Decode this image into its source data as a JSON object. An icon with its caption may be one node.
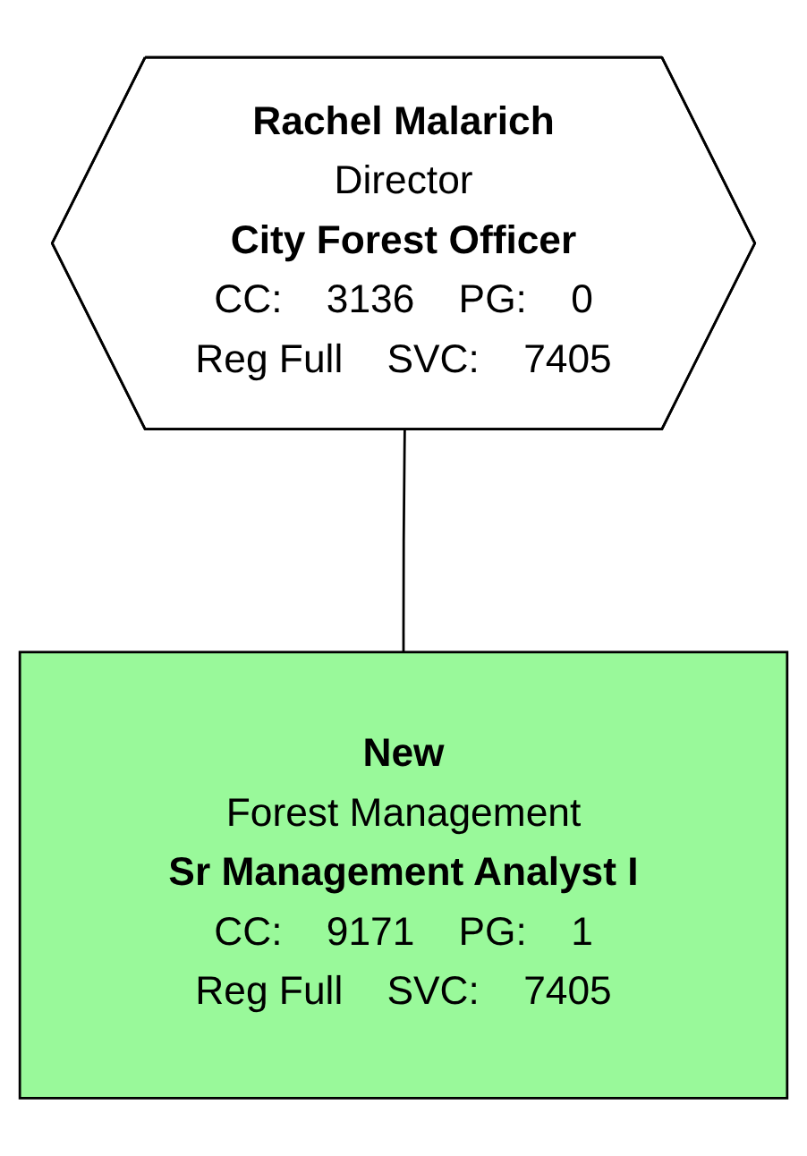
{
  "diagram": {
    "nodes": [
      {
        "text": [
          "Rachel Malarich",
          "Director",
          "City Forest Officer",
          "CC:",
          "3136",
          "PG:",
          "0",
          "Reg Full",
          "SVC:",
          "7405"
        ]
      },
      {
        "text": [
          "New",
          "Forest Management",
          "Sr Management Analyst I",
          "CC:",
          "9171",
          "PG:",
          "1",
          "Reg Full",
          "SVC:",
          "7405"
        ]
      }
    ],
    "edges": [
      {
        "from": 0,
        "to": 1,
        "arrow": "none"
      }
    ]
  }
}
